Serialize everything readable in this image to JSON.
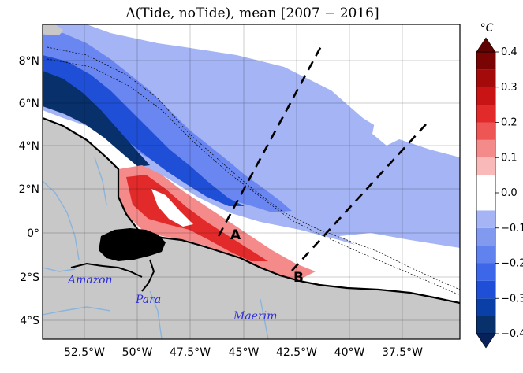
{
  "title": "Δ(Tide, noTide), mean [2007 − 2016]",
  "unit": "°C",
  "lat_ticks": [
    "8°N",
    "6°N",
    "4°N",
    "2°N",
    "0°",
    "2°S",
    "4°S"
  ],
  "lon_ticks": [
    "52.5°W",
    "50°W",
    "47.5°W",
    "45°W",
    "42.5°W",
    "40°W",
    "37.5°W"
  ],
  "colorbar": {
    "ticks": [
      "0.4",
      "0.3",
      "0.2",
      "0.1",
      "0.0",
      "−0.1",
      "−0.2",
      "−0.3",
      "−0.4"
    ],
    "levels": [
      -0.4,
      -0.35,
      -0.3,
      -0.25,
      -0.2,
      -0.15,
      -0.1,
      -0.05,
      0.05,
      0.1,
      0.15,
      0.2,
      0.25,
      0.3,
      0.35,
      0.4
    ],
    "colors": [
      "#08306b",
      "#0b3fa8",
      "#1f4fd6",
      "#3b67e8",
      "#5f82ef",
      "#8199ee",
      "#a4b4f4",
      "#ffffff",
      "#f9b9b9",
      "#f48a8a",
      "#ee5555",
      "#e32a2a",
      "#c81414",
      "#a50a0a",
      "#7a0404"
    ],
    "extend_low": "#07225a",
    "extend_high": "#5e0202"
  },
  "places": {
    "amazon": "Amazon",
    "para": "Para",
    "maerim": "Maerim"
  },
  "points": {
    "a": "A",
    "b": "B"
  },
  "colors": {
    "land": "#c8c8c8",
    "rivers": "#8ab4dd",
    "coast": "#000000"
  }
}
